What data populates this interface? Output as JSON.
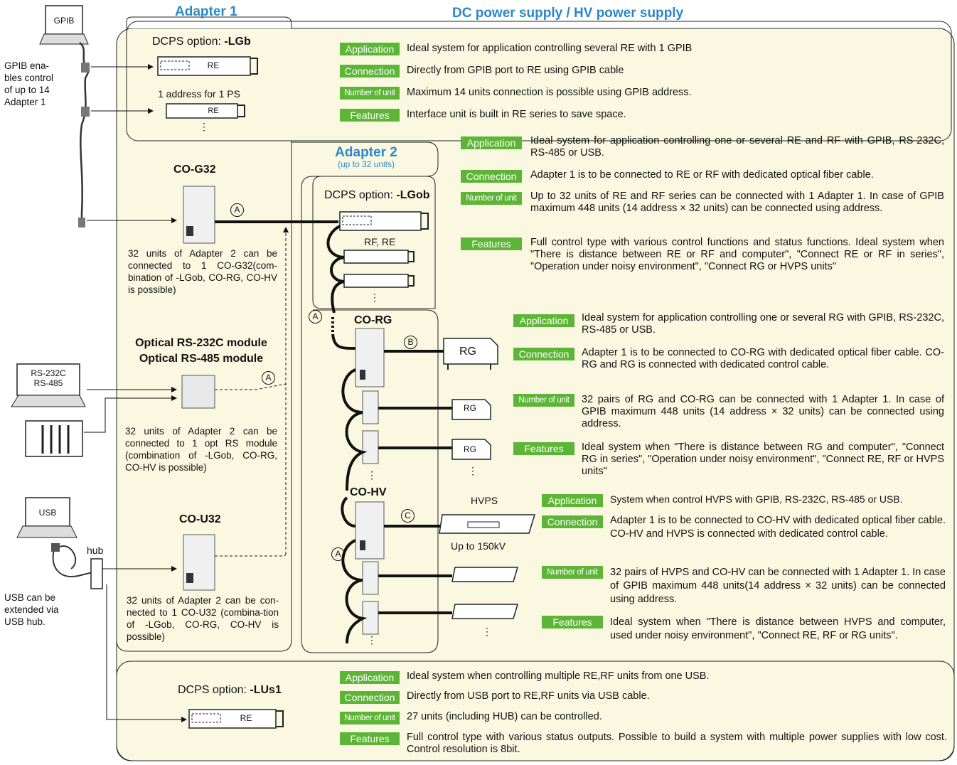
{
  "headings": {
    "adapter1": "Adapter 1",
    "dc_power": "DC power supply / HV power supply",
    "adapter2": "Adapter 2",
    "adapter2_sub": "(up to 32 units)"
  },
  "tags": {
    "application": "Application",
    "connection": "Connection",
    "number_of_unit": "Number of unit",
    "features": "Features"
  },
  "left": {
    "gpib_laptop": "GPIB",
    "gpib_note": "GPIB ena-\nbles control\nof up to 14\nAdapter 1",
    "rs_laptop": "RS-232C\nRS-485",
    "usb_laptop": "USB",
    "hub": "hub",
    "usb_note": "USB can be\nextended via\nUSB hub."
  },
  "devices": {
    "dcps_lgb_prefix": "DCPS option: ",
    "dcps_lgb": "-LGb",
    "re1": "RE",
    "re2": "RE",
    "addr_note": "1 address for 1 PS",
    "cog32": "CO-G32",
    "cog32_note": "32 units of Adapter 2 can be connected to 1 CO-G32(com-bination of -LGob, CO-RG, CO-HV is possible)",
    "opt_rs1": "Optical RS-232C module",
    "opt_rs2": "Optical RS-485 module",
    "opt_note": "32 units of Adapter 2 can be connected to 1 opt RS module (combination of -LGob, CO-RG, CO-HV is possible)",
    "cou32": "CO-U32",
    "cou32_note": "32 units of Adapter 2 can be con-nected to 1 CO-U32 (combina-tion of -LGob, CO-RG, CO-HV is possible)",
    "dcps_lgob_prefix": "DCPS option: ",
    "dcps_lgob": "-LGob",
    "rf_re": "RF, RE",
    "corg": "CO-RG",
    "rg_big": "RG",
    "rg1": "RG",
    "rg2": "RG",
    "cohv": "CO-HV",
    "hvps": "HVPS",
    "up_to": "Up to 150kV",
    "dcps_lus_prefix": "DCPS option: ",
    "dcps_lus": "-LUs1",
    "re_usb": "RE",
    "circle_a": "A",
    "circle_b": "B",
    "circle_c": "C"
  },
  "sections": {
    "lgb": {
      "application": "Ideal system for application controlling several RE with 1 GPIB",
      "connection": "Directly from GPIB port to RE using GPIB cable",
      "number_of_unit": "Maximum 14 units connection is possible using GPIB address.",
      "features": "Interface unit is built in RE series to save space."
    },
    "lgob": {
      "application": "Ideal system for application controlling one or several RE and RF with GPIB, RS-232C, RS-485 or USB.",
      "connection": "Adapter 1 is to be connected to RE or RF with dedicated optical fiber cable.",
      "number_of_unit": "Up to 32 units of RE and RF series can be connected with 1 Adapter 1. In case of GPIB maximum 448 units (14 address × 32 units) can be connected using address.",
      "features": "Full control type with various control functions and status functions. Ideal system when \"There is distance between RE or RF and computer\", \"Connect RE or RF in series\", \"Operation under noisy environment\", \"Connect RG or HVPS units\""
    },
    "corg": {
      "application": "Ideal system for application controlling one or several RG with GPIB, RS-232C, RS-485 or USB.",
      "connection": "Adapter 1 is to be connected to CO-RG with dedicated optical fiber cable. CO-RG and RG is connected with dedicated control cable.",
      "number_of_unit": "32 pairs of RG and CO-RG can be connected with 1 Adapter 1. In case of GPIB maximum 448 units (14 address × 32 units) can be connected using address.",
      "features": "Ideal system when \"There is distance between RG and computer\", \"Connect RG in series\", \"Operation under noisy environment\", \"Connect RE, RF or HVPS units\""
    },
    "cohv": {
      "application": "System when control HVPS with GPIB, RS-232C, RS-485 or USB.",
      "connection": "Adapter 1 is to be connected to CO-HV with dedicated optical fiber cable. CO-HV and HVPS is connected with dedicated control cable.",
      "number_of_unit": "32 pairs of HVPS and CO-HV can be connected with 1 Adapter 1. In case of GPIB maximum 448 units(14 address × 32 units) can be connected using address.",
      "features": "Ideal system when \"There is distance between HVPS and computer, used under noisy environment\", \"Connect RE, RF or RG units\"."
    },
    "lus": {
      "application": "Ideal system when controlling multiple RE,RF units from one USB.",
      "connection": "Directly from USB port to RE,RF units via USB cable.",
      "number_of_unit": "27 units (including HUB) can be controlled.",
      "features": "Full control type with various status outputs. Possible to build a system with multiple power supplies with low cost. Control resolution is 8bit."
    }
  },
  "colors": {
    "panel": "#fbf8e2",
    "tag_green": "#5cb536",
    "heading_blue": "#2a88c8"
  }
}
